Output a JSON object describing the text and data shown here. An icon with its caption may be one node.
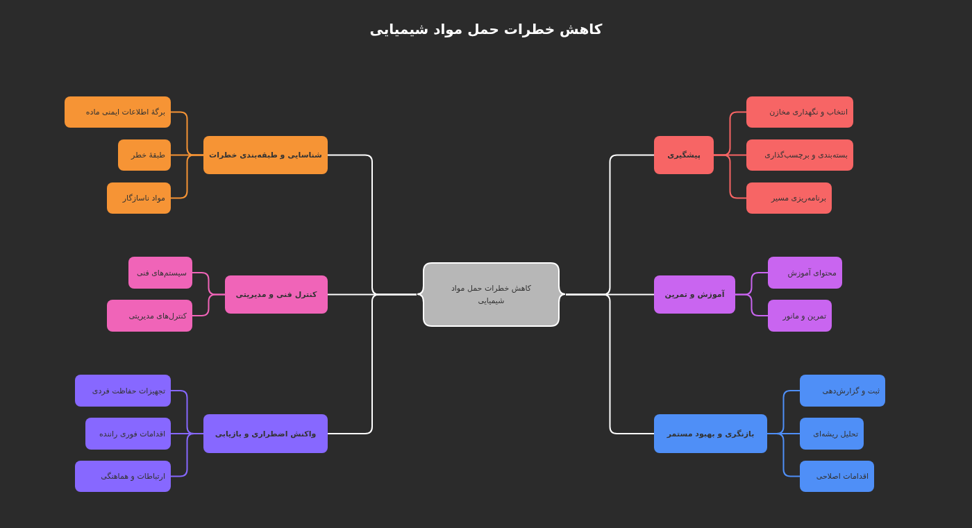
{
  "diagram": {
    "title": "کاهش خطرات حمل مواد شیمیایی",
    "nodes": [
      {
        "text": [
          "کاهش خطرات حمل مواد شیمیایی"
        ]
      },
      {
        "text": [
          "پیشگیری"
        ]
      },
      {
        "text": [
          "انتخاب و نگهداری مخازن"
        ]
      },
      {
        "text": [
          "بسته‌بندی و برچسب‌گذاری"
        ]
      },
      {
        "text": [
          "برنامه‌ریزی مسیر"
        ]
      },
      {
        "text": [
          "آموزش و تمرین"
        ]
      },
      {
        "text": [
          "محتوای آموزش"
        ]
      },
      {
        "text": [
          "تمرین و مانور"
        ]
      },
      {
        "text": [
          "بازنگری و بهبود مستمر"
        ]
      },
      {
        "text": [
          "ثبت و گزارش‌دهی"
        ]
      },
      {
        "text": [
          "تحلیل ریشه‌ای"
        ]
      },
      {
        "text": [
          "اقدامات اصلاحی"
        ]
      },
      {
        "text": [
          "شناسایی و طبقه‌بندی خطرات"
        ]
      },
      {
        "text": [
          "برگهٔ اطلاعات ایمنی ماده"
        ]
      },
      {
        "text": [
          "طبقهٔ خطر"
        ]
      },
      {
        "text": [
          "مواد ناسازگار"
        ]
      },
      {
        "text": [
          "کنترل فنی و مدیریتی"
        ]
      },
      {
        "text": [
          "سیستم‌های فنی"
        ]
      },
      {
        "text": [
          "کنترل‌های مدیریتی"
        ]
      },
      {
        "text": [
          "واکنش اضطراری و بازیابی"
        ]
      },
      {
        "text": [
          "تجهیزات حفاظت فردی"
        ]
      },
      {
        "text": [
          "اقدامات فوری راننده"
        ]
      },
      {
        "text": [
          "ارتباطات و هماهنگی"
        ]
      }
    ],
    "edges": [
      {
        "from": 0,
        "to": 1,
        "arrow": "none",
        "color": "#ffffff"
      },
      {
        "from": 0,
        "to": 5,
        "arrow": "none",
        "color": "#ffffff"
      },
      {
        "from": 0,
        "to": 8,
        "arrow": "none",
        "color": "#ffffff"
      },
      {
        "from": 0,
        "to": 12,
        "arrow": "none",
        "color": "#ffffff"
      },
      {
        "from": 0,
        "to": 16,
        "arrow": "none",
        "color": "#ffffff"
      },
      {
        "from": 0,
        "to": 19,
        "arrow": "none",
        "color": "#ffffff"
      },
      {
        "from": 1,
        "to": 2,
        "arrow": "none",
        "color": "#f76565"
      },
      {
        "from": 1,
        "to": 3,
        "arrow": "none",
        "color": "#f76565"
      },
      {
        "from": 1,
        "to": 4,
        "arrow": "none",
        "color": "#f76565"
      },
      {
        "from": 5,
        "to": 6,
        "arrow": "none",
        "color": "#c965f0"
      },
      {
        "from": 5,
        "to": 7,
        "arrow": "none",
        "color": "#c965f0"
      },
      {
        "from": 8,
        "to": 9,
        "arrow": "none",
        "color": "#4f8ff7"
      },
      {
        "from": 8,
        "to": 10,
        "arrow": "none",
        "color": "#4f8ff7"
      },
      {
        "from": 8,
        "to": 11,
        "arrow": "none",
        "color": "#4f8ff7"
      },
      {
        "from": 12,
        "to": 13,
        "arrow": "none",
        "color": "#f69435"
      },
      {
        "from": 12,
        "to": 14,
        "arrow": "none",
        "color": "#f69435"
      },
      {
        "from": 12,
        "to": 15,
        "arrow": "none",
        "color": "#f69435"
      },
      {
        "from": 16,
        "to": 17,
        "arrow": "none",
        "color": "#f064b8"
      },
      {
        "from": 16,
        "to": 18,
        "arrow": "none",
        "color": "#f064b8"
      },
      {
        "from": 19,
        "to": 20,
        "arrow": "none",
        "color": "#8768ff"
      },
      {
        "from": 19,
        "to": 21,
        "arrow": "none",
        "color": "#8768ff"
      },
      {
        "from": 19,
        "to": 22,
        "arrow": "none",
        "color": "#8768ff"
      }
    ]
  }
}
